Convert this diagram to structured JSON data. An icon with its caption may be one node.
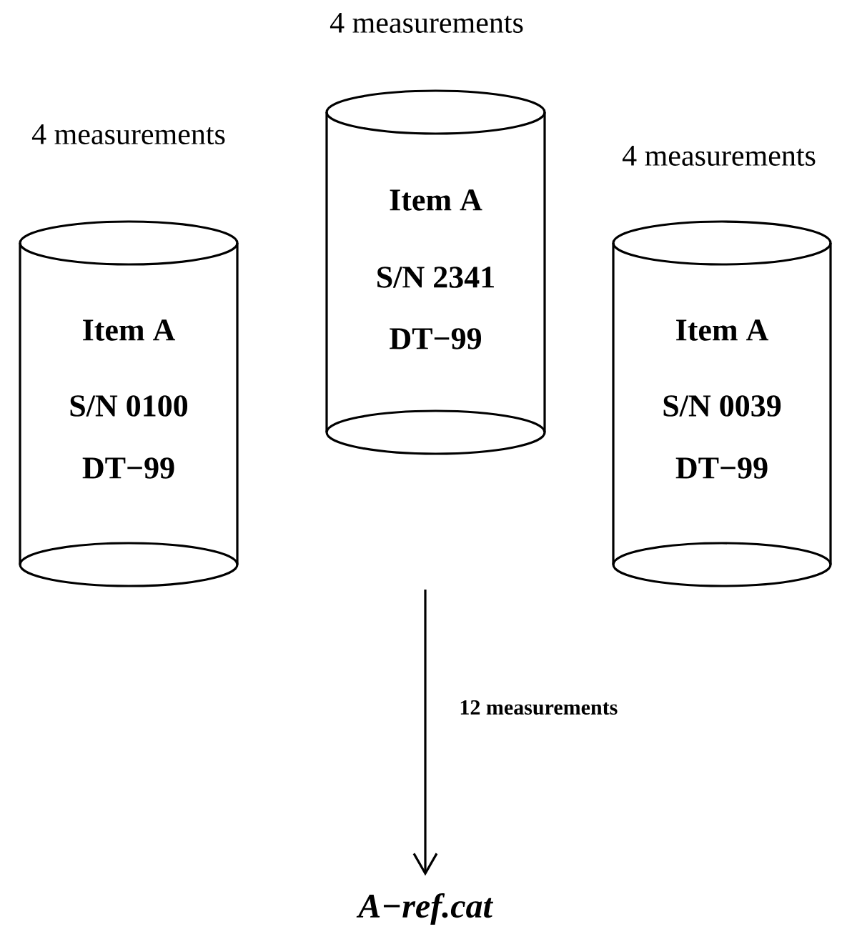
{
  "diagram": {
    "nodes": [
      {
        "text": [
          "Item A",
          "S/N 0100",
          "DT−99"
        ],
        "beside": [
          "4 measurements"
        ]
      },
      {
        "text": [
          "Item A",
          "S/N 2341",
          "DT−99"
        ],
        "beside": [
          "4 measurements"
        ]
      },
      {
        "text": [
          "Item A",
          "S/N 0039",
          "DT−99"
        ],
        "beside": [
          "4 measurements"
        ]
      },
      {
        "text": [
          "A−ref.cat"
        ]
      }
    ],
    "edges": [
      {
        "from": null,
        "to": 3,
        "arrow": "to",
        "label": "12 measurements"
      }
    ]
  }
}
